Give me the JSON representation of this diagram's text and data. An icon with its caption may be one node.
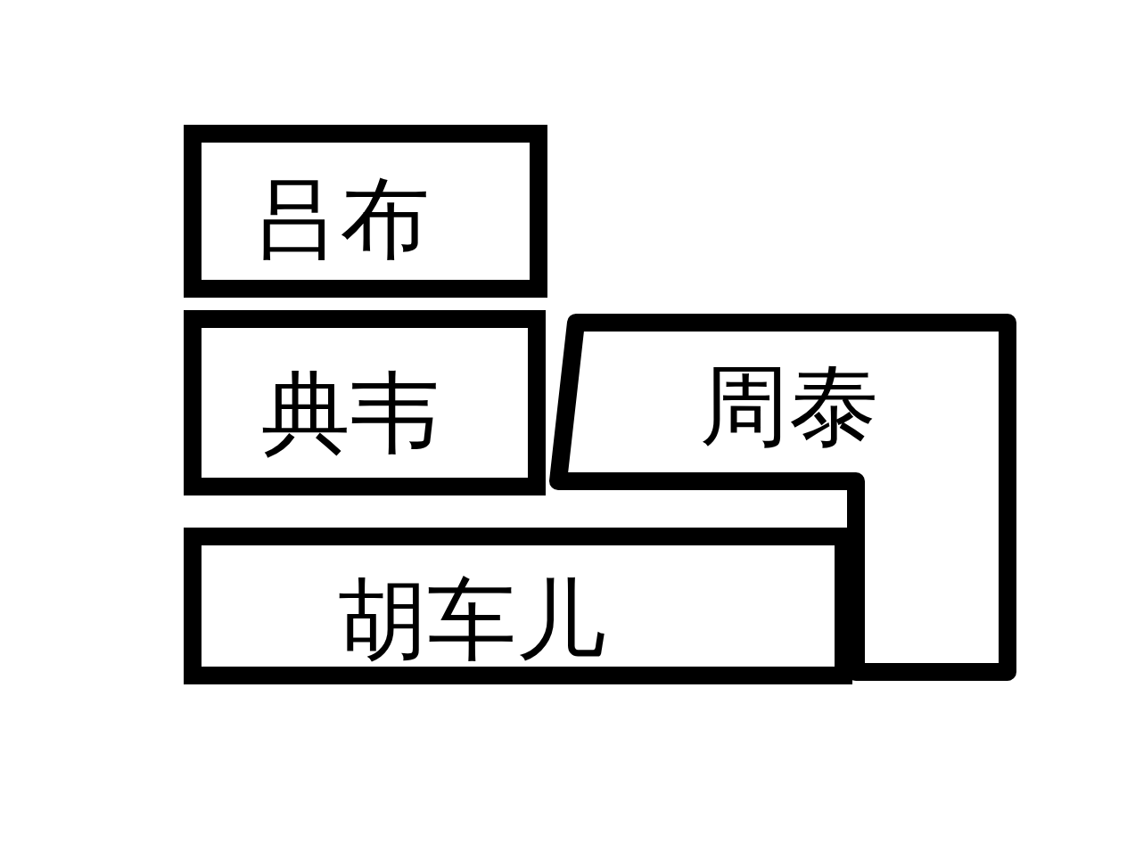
{
  "diagram": {
    "nodes": [
      {
        "text": [
          "吕布"
        ]
      },
      {
        "text": [
          "典韦"
        ]
      },
      {
        "text": [
          "周泰"
        ]
      },
      {
        "text": [
          "胡车儿"
        ]
      }
    ]
  }
}
